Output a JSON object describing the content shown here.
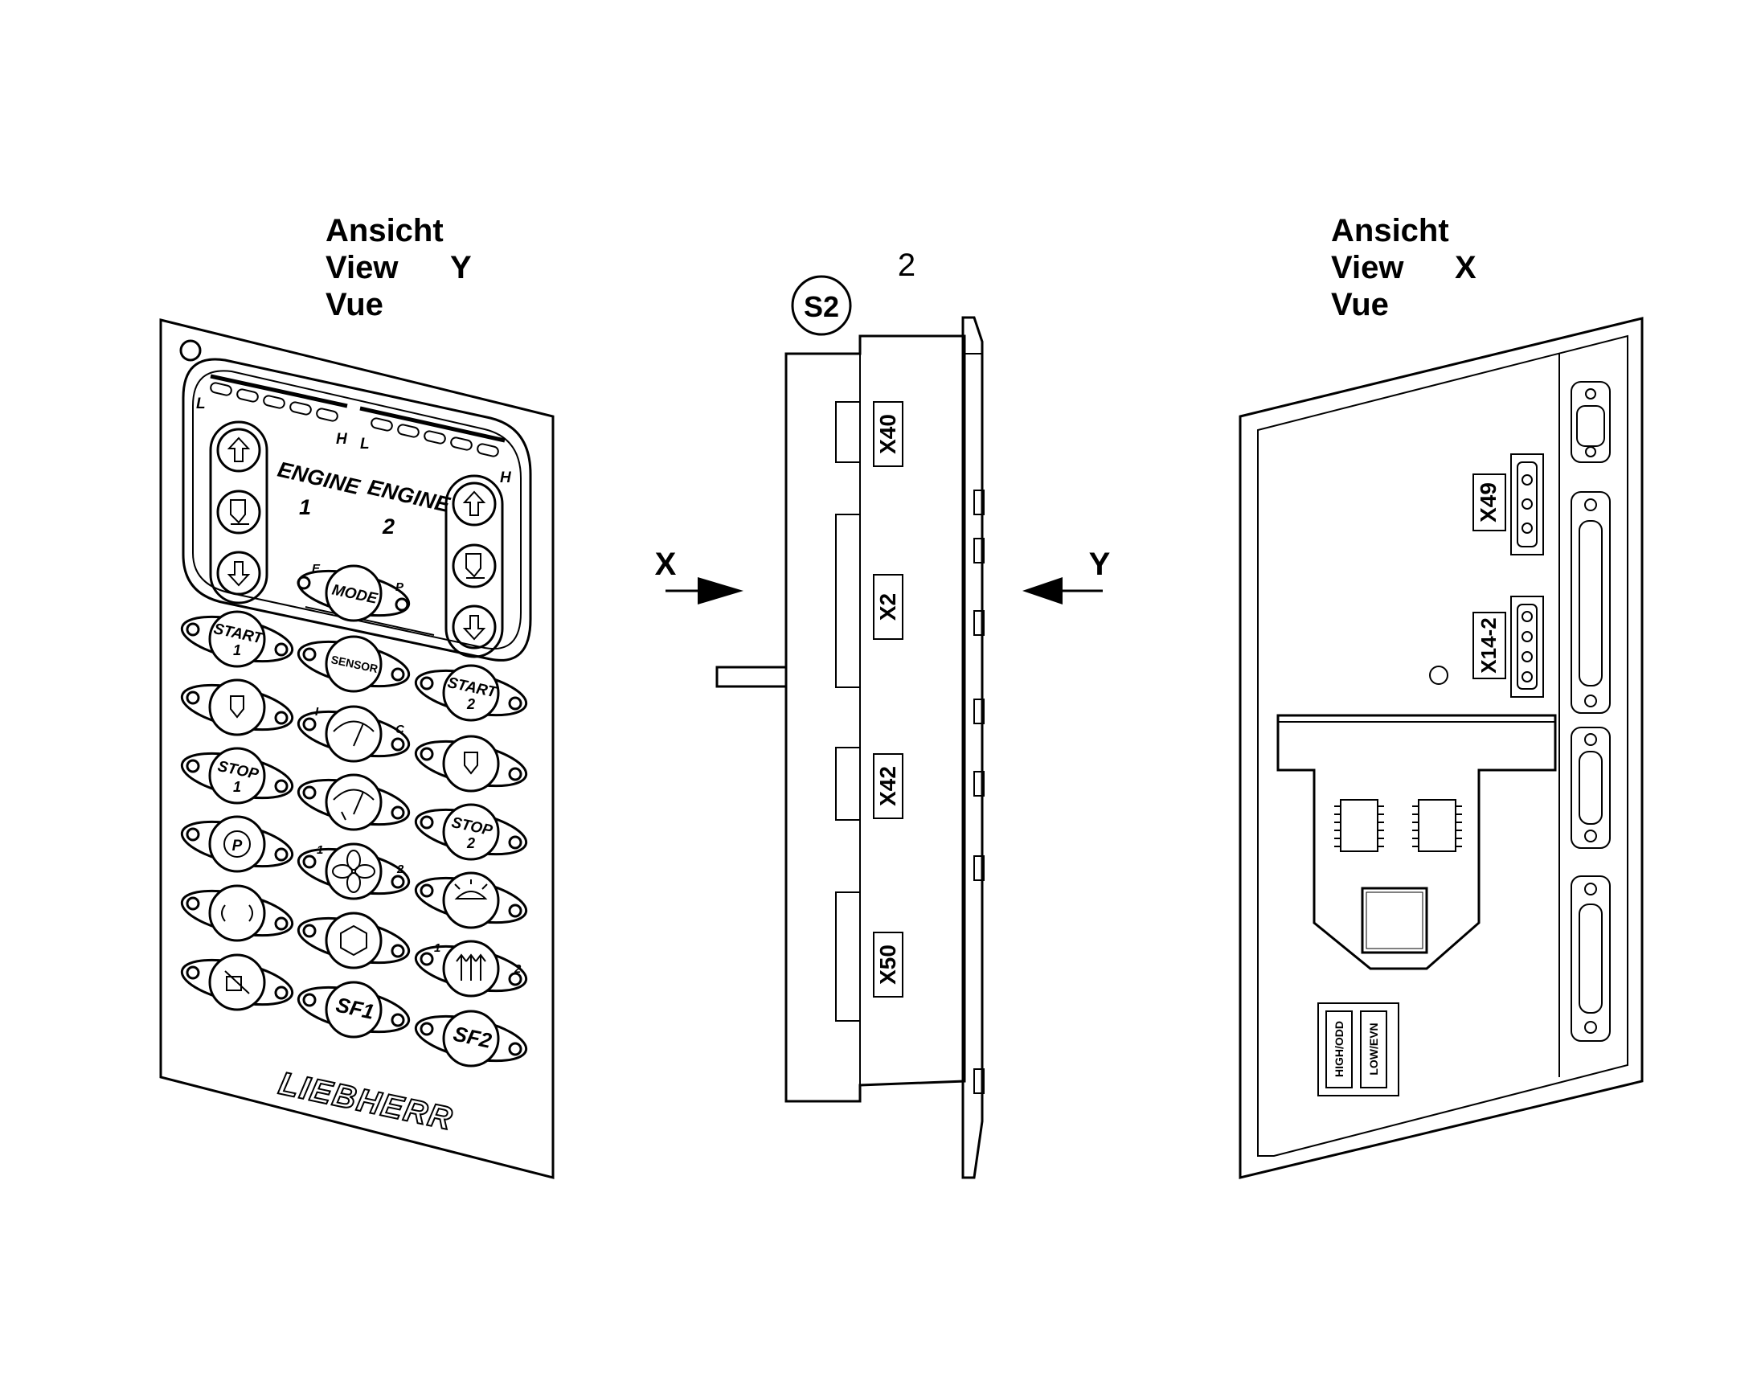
{
  "views": {
    "left": {
      "line1": "Ansicht",
      "line2": "View",
      "line3": "Vue",
      "letter": "Y"
    },
    "right": {
      "line1": "Ansicht",
      "line2": "View",
      "line3": "Vue",
      "letter": "X"
    }
  },
  "center": {
    "item_number": "2",
    "badge": "S2",
    "arrow_left": "X",
    "arrow_right": "Y"
  },
  "connectors_side": [
    "X40",
    "X2",
    "X42",
    "X50"
  ],
  "connectors_back": {
    "x49": "X49",
    "x14": "X14-2"
  },
  "switch_labels": {
    "high_odd": "HIGH/ODD",
    "low_even": "LOW/EVN"
  },
  "front_panel": {
    "range_low": "L",
    "range_high": "H",
    "engine1": {
      "label": "ENGINE",
      "num": "1"
    },
    "engine2": {
      "label": "ENGINE",
      "num": "2"
    },
    "mode": {
      "label": "MODE",
      "left": "E",
      "right": "P"
    },
    "start1": {
      "label": "START",
      "num": "1"
    },
    "start2": {
      "label": "START",
      "num": "2"
    },
    "sensor": "SENSOR",
    "stop1": {
      "label": "STOP",
      "num": "1"
    },
    "stop2": {
      "label": "STOP",
      "num": "2"
    },
    "wiper_left": "I",
    "wiper_right": "C",
    "park": "P",
    "fan_left": "1",
    "fan_right": "2",
    "heat_left": "1",
    "heat_right": "2",
    "sf1": "SF1",
    "sf2": "SF2",
    "brand": "LIEBHERR"
  }
}
